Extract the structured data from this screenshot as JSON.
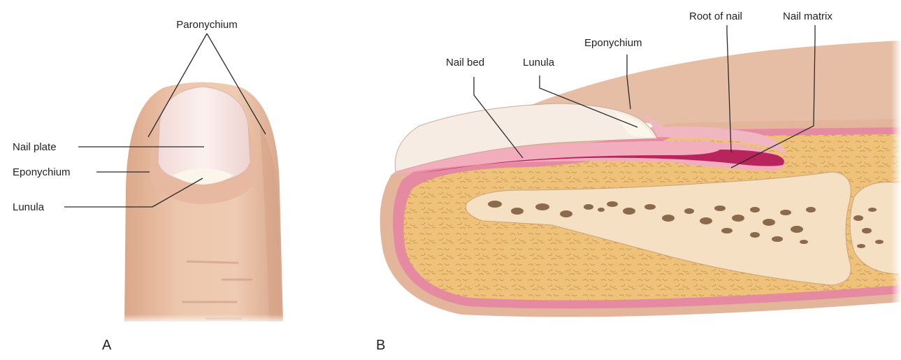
{
  "panel_a": {
    "letter": "A",
    "labels": {
      "paronychium": "Paronychium",
      "nail_plate": "Nail plate",
      "eponychium": "Eponychium",
      "lunula": "Lunula"
    }
  },
  "panel_b": {
    "letter": "B",
    "labels": {
      "nail_bed": "Nail bed",
      "lunula": "Lunula",
      "eponychium": "Eponychium",
      "root_of_nail": "Root of nail",
      "nail_matrix": "Nail matrix"
    }
  },
  "colors": {
    "skin": "#e9c4aa",
    "skin_shadow": "#d9a98c",
    "nail_plate": "#f3e6e2",
    "fat": "#efc27a",
    "bone": "#f5dfc0",
    "marrow_spots": "#8a6a4a",
    "dermis_pink": "#e58aa1",
    "matrix_magenta": "#b8245c"
  }
}
